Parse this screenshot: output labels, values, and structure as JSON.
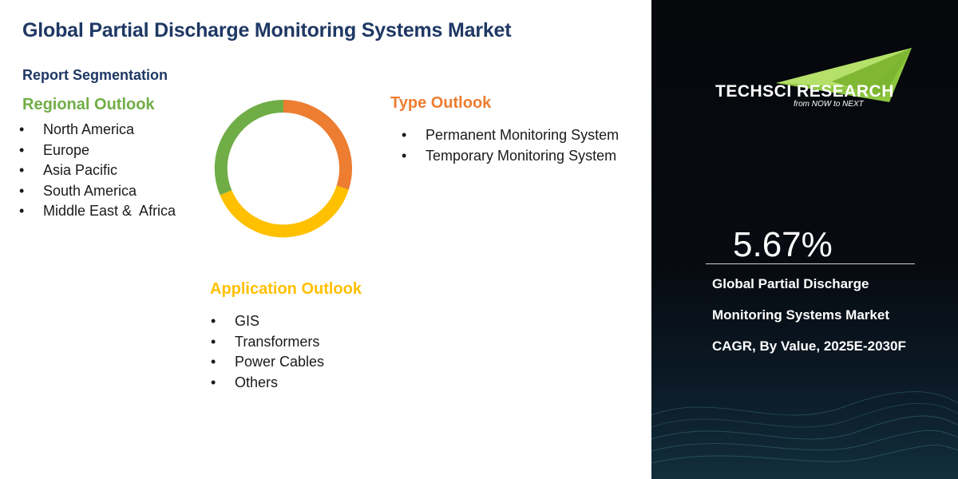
{
  "title": "Global Partial Discharge Monitoring Systems Market",
  "report_segmentation": "Report Segmentation",
  "regional": {
    "title": "Regional Outlook",
    "items": [
      "North America",
      "Europe",
      "Asia Pacific",
      "South America",
      "Middle East &  Africa"
    ]
  },
  "type": {
    "title": "Type Outlook",
    "items": [
      "Permanent Monitoring System",
      "Temporary Monitoring System"
    ]
  },
  "application": {
    "title": "Application Outlook",
    "items": [
      "GIS",
      "Transformers",
      "Power Cables",
      "Others"
    ]
  },
  "colors": {
    "regional": "#70ad47",
    "type": "#ed7d31",
    "application": "#ffc000",
    "title": "#1f3864"
  },
  "brand": {
    "name_part1": "TECHSCI",
    "name_part2": "RESEARCH",
    "tagline": "from NOW to NEXT"
  },
  "cagr": {
    "value": "5.67%",
    "line1": "Global Partial Discharge",
    "line2": "Monitoring Systems Market",
    "line3": "CAGR, By Value, 2025E-2030F"
  }
}
